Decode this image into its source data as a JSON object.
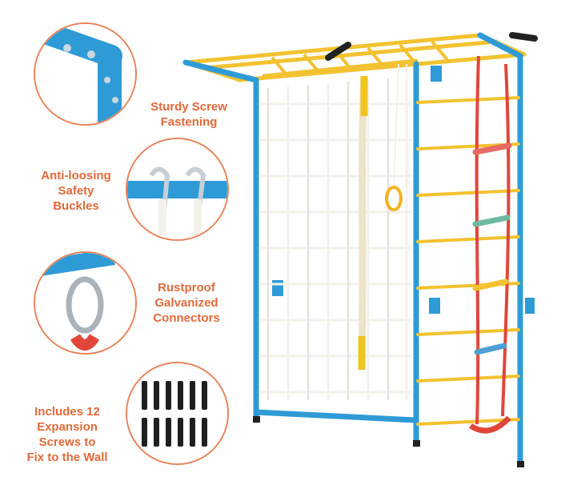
{
  "features": [
    {
      "id": "screw",
      "lines": [
        "Sturdy Screw",
        "Fastening"
      ],
      "icon": "screw-joint-icon"
    },
    {
      "id": "buckle",
      "lines": [
        "Anti-loosing",
        "Safety",
        "Buckles"
      ],
      "icon": "buckle-icon"
    },
    {
      "id": "connector",
      "lines": [
        "Rustproof",
        "Galvanized",
        "Connectors"
      ],
      "icon": "carabiner-icon"
    },
    {
      "id": "screws",
      "lines": [
        "Includes 12",
        "Expansion",
        "Screws to",
        "Fix to the Wall"
      ],
      "icon": "screws-icon"
    }
  ],
  "colors": {
    "frame": "#2e9bd6",
    "rungs": "#f2c230",
    "accent_text": "#e2693a",
    "callout_border": "#e8835a",
    "net": "#f3f1ea",
    "ladder_rope": "#e0463a"
  }
}
